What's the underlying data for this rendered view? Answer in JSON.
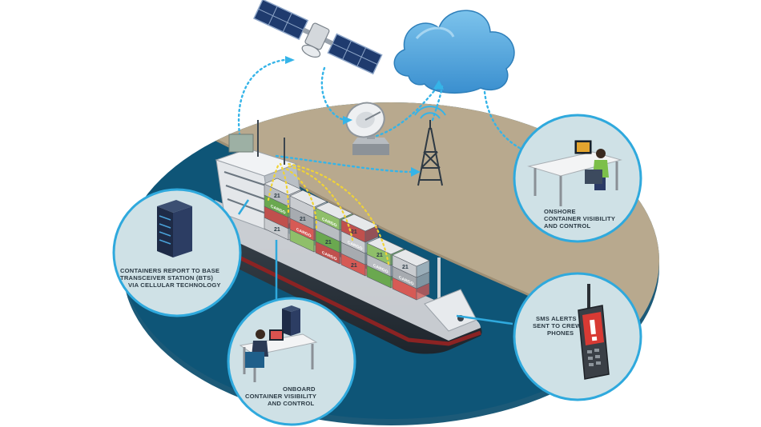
{
  "colors": {
    "sea": "#0e5577",
    "sea_dark": "#0a3f5b",
    "sea_rim": "#1c6b8f",
    "land": "#b8a98e",
    "land_edge": "#9e8f75",
    "bubble_fill": "#cfe1e6",
    "bubble_stroke": "#2fa9dd",
    "signal_blue": "#35b4e8",
    "signal_yellow": "#f0d335",
    "cloud": "#4aa2d9",
    "text": "#2b3a44"
  },
  "icons": {
    "satellite": "satellite-icon",
    "cloud": "cloud-icon",
    "dish": "satellite-dish-icon",
    "tower": "cell-tower-icon",
    "ship": "container-ship-icon",
    "server": "server-rack-icon",
    "phone": "mobile-phone-icon",
    "onshore_workstation": "workstation-icon",
    "onboard_workstation": "workstation-icon"
  },
  "callouts": {
    "bts": {
      "lines": [
        "CONTAINERS REPORT TO BASE",
        "TRANSCEIVER STATION (BTS)",
        "VIA CELLULAR TECHNOLOGY"
      ]
    },
    "onshore": {
      "lines": [
        "ONSHORE",
        "CONTAINER VISIBILITY",
        "AND CONTROL"
      ]
    },
    "onboard": {
      "lines": [
        "ONBOARD",
        "CONTAINER VISIBILITY",
        "AND CONTROL"
      ]
    },
    "sms": {
      "lines": [
        "SMS ALERTS",
        "SENT TO CREW",
        "PHONES"
      ]
    }
  },
  "cargo_label": "CARGO",
  "container_number": "21"
}
